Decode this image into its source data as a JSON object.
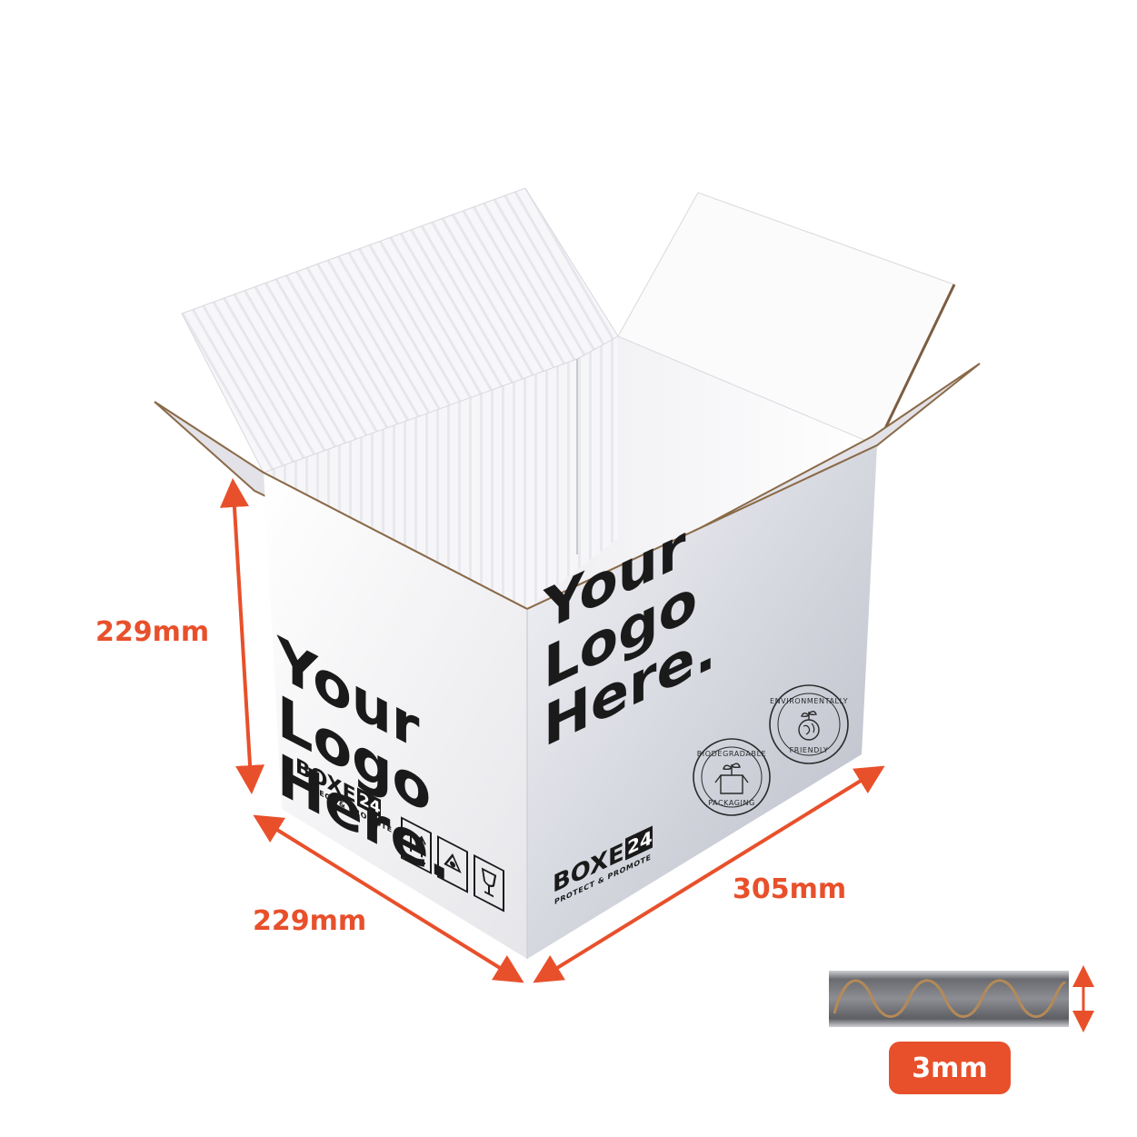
{
  "product": {
    "panel_logo_lines": [
      "Your",
      "Logo",
      "Here."
    ],
    "brand": {
      "name": "BOXES",
      "number": "24",
      "tagline": "PROTECT & PROMOTE"
    },
    "badges": [
      {
        "top": "BIODEGRADABLE",
        "bottom": "PACKAGING",
        "icon": "box-plant-icon"
      },
      {
        "top": "ENVIRONMENTALLY",
        "bottom": "FRIENDLY",
        "icon": "globe-plant-icon"
      }
    ],
    "handling_icons": [
      "this-way-up-icon",
      "recycle-icon",
      "fragile-icon"
    ]
  },
  "dimensions": {
    "height": "229mm",
    "width": "229mm",
    "length": "305mm",
    "thickness": "3mm"
  },
  "colors": {
    "accent": "#e8502b",
    "text_dark": "#1a1a1a",
    "box_front": "#f1f1f3",
    "box_side": "#e4e6ec",
    "flap_inner": "#f6f6f8",
    "corrugation_edge": "#8a6a48"
  }
}
